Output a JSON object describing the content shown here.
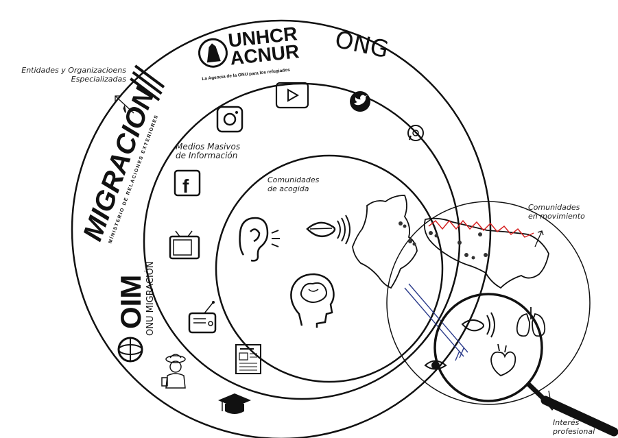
{
  "labels": {
    "entities": [
      "Entidades y Organizacioens",
      "Especializadas"
    ],
    "media": [
      "Medios Masivos",
      "de  Información"
    ],
    "host": [
      "Comunidades",
      "de acogida"
    ],
    "moving": [
      "Comunidades",
      "en movimiento"
    ],
    "interest": [
      "Interés",
      "profesional"
    ]
  },
  "logos": {
    "unhcr_line1": "UNHCR",
    "unhcr_line2": "ACNUR",
    "unhcr_sub": "La Agencia de la ONU para los refugiados",
    "ong": "ONG",
    "migracion": "MIGRACIÓN",
    "migracion_sub": "MÍNISTERIO DE RELACIONES EXTERIORES",
    "oim": "OIM",
    "oim_sub": "ONU MIGRACIÓN"
  },
  "icons": [
    "youtube-icon",
    "twitter-icon",
    "instagram-icon",
    "whatsapp-icon",
    "facebook-icon",
    "tv-icon",
    "radio-icon",
    "newspaper-icon",
    "ear-icon",
    "mouth-icon",
    "brain-head-icon",
    "eye-icon",
    "heart-icon",
    "lungs-icon",
    "graduation-cap-icon",
    "explorer-person-icon",
    "magnifying-glass-icon",
    "colombia-map-icon",
    "venezuela-map-icon"
  ],
  "colors": {
    "ink": "#111111",
    "border_line": "#d62020",
    "route_line": "#2a3a8a"
  }
}
